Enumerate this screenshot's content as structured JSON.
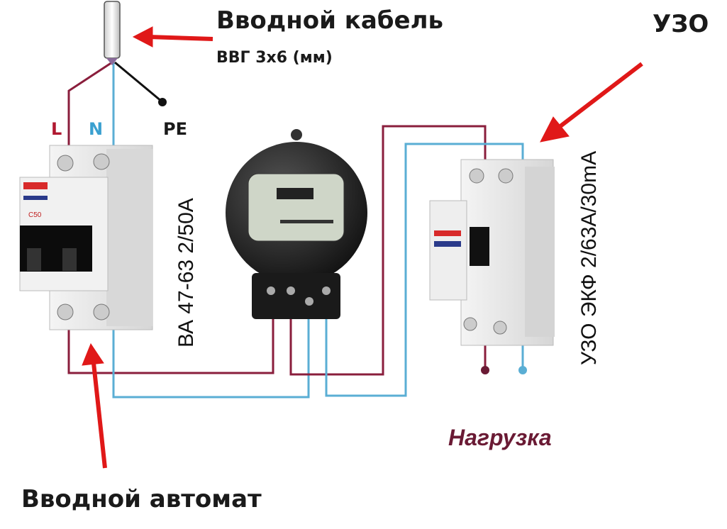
{
  "labels": {
    "input_cable_title": "Вводной кабель",
    "input_cable_spec": "ВВГ 3х6 (мм)",
    "rcd_title": "УЗО",
    "wire_l": "L",
    "wire_n": "N",
    "wire_pe": "PE",
    "breaker_model": "ВА 47-63 2/50А",
    "breaker_rating": "C50",
    "rcd_model": "УЗО ЭКФ 2/63А/30mA",
    "load": "Нагрузка",
    "main_breaker": "Вводной автомат"
  },
  "colors": {
    "phase_wire": "#8a1e3c",
    "neutral_wire": "#5aaed4",
    "pe_wire": "#111111",
    "arrow": "#e01818",
    "load_text": "#6a1a34"
  }
}
